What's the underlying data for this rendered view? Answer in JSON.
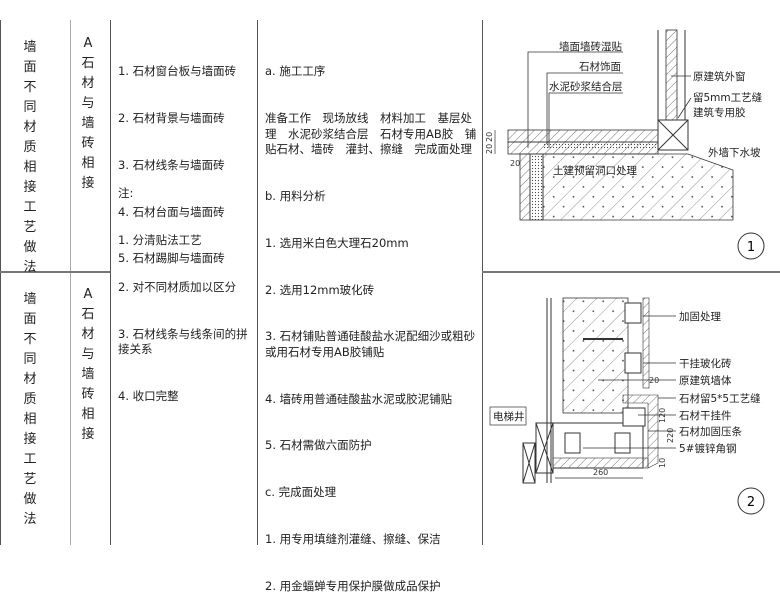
{
  "rows": [
    {
      "category": "墙面不同材质相接工艺做法",
      "subcategory": "A石材与墙砖相接",
      "detail_number": "1"
    },
    {
      "category": "墙面不同材质相接工艺做法",
      "subcategory": "A石材与墙砖相接",
      "detail_number": "2"
    }
  ],
  "items": [
    "1. 石材窗台板与墙面砖",
    "2. 石材背景与墙面砖",
    "3. 石材线条与墙面砖",
    "4. 石材台面与墙面砖",
    "5. 石材踢脚与墙面砖"
  ],
  "notes": {
    "title": "注:",
    "lines": [
      "1. 分清贴法工艺",
      "2. 对不同材质加以区分",
      "3. 石材线条与线条间的拼接关系",
      "4. 收口完整"
    ]
  },
  "process": {
    "a_title": "a. 施工工序",
    "a_text": "准备工作　现场放线　材料加工　基层处理　水泥砂浆结合层　石材专用AB胶　铺贴石材、墙砖　灌封、擦缝　完成面处理",
    "b_title": "b. 用料分析",
    "b_lines": [
      "1. 选用米白色大理石20mm",
      "2. 选用12mm玻化砖",
      "3. 石材铺贴普通硅酸盐水泥配细沙或粗砂或用石材专用AB胶铺贴",
      "4. 墙砖用普通硅酸盐水泥或胶泥铺贴",
      "5. 石材需做六面防护"
    ],
    "c_title": "c. 完成面处理",
    "c_lines": [
      "1. 用专用填缝剂灌缝、擦缝、保洁",
      "2. 用金蝠蝉专用保护膜做成品保护"
    ]
  },
  "drawing1": {
    "labels": {
      "wet_tile": "墙面墙砖湿贴",
      "stone_finish": "石材饰面",
      "mortar": "水泥砂浆结合层",
      "window": "原建筑外窗",
      "gap1": "留5mm工艺缝",
      "gap2": "建筑专用胶",
      "slope": "外墙下水坡",
      "opening": "土建预留洞口处理"
    },
    "dims": [
      "20",
      "20",
      "20"
    ]
  },
  "drawing2": {
    "labels": {
      "reinforce": "加固处理",
      "dry_tile": "干挂玻化砖",
      "wall": "原建筑墙体",
      "stone_gap": "石材留5*5工艺缝",
      "hanger": "石材干挂件",
      "strip": "石材加固压条",
      "angle_steel": "5#镀锌角钢",
      "elevator": "电梯井"
    },
    "dims": [
      "260",
      "20",
      "120",
      "220",
      "10"
    ]
  }
}
